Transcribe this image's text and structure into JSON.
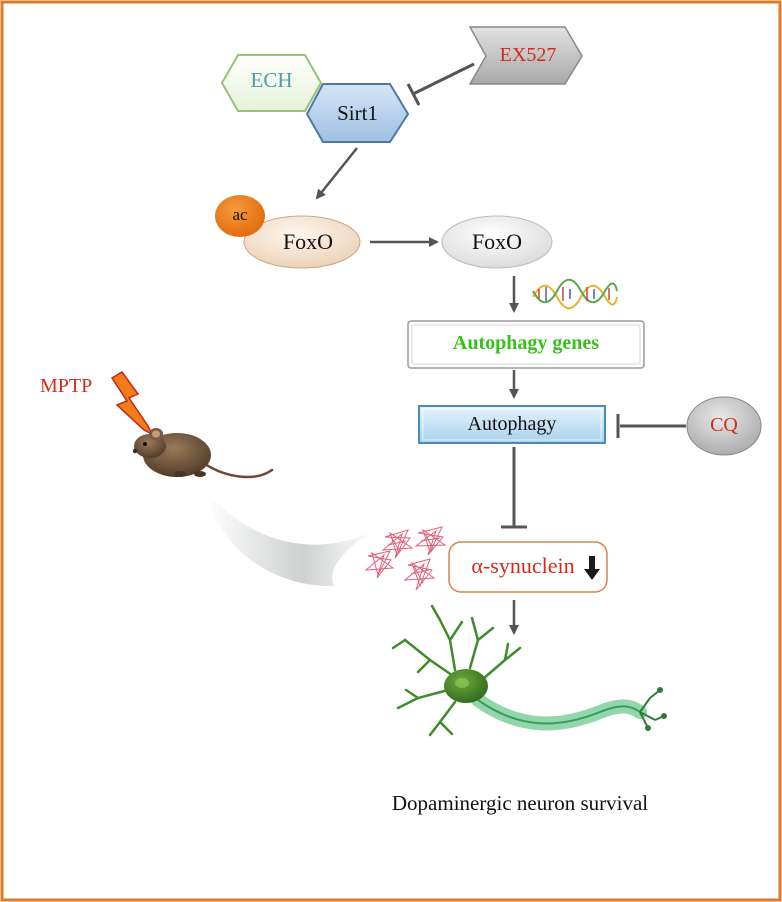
{
  "nodes": {
    "ech": "ECH",
    "sirt1": "Sirt1",
    "ex527": "EX527",
    "ac": "ac",
    "foxo_acetylated": "FoxO",
    "foxo": "FoxO",
    "autophagy_genes": "Autophagy genes",
    "autophagy": "Autophagy",
    "cq": "CQ",
    "mptp": "MPTP",
    "alpha_synuclein": "α-synuclein",
    "neuron_survival": "Dopaminergic neuron survival"
  },
  "colors": {
    "border": "#e07b24",
    "red_text": "#d42a1c",
    "green_text": "#37c21a",
    "teal_text": "#4aa0a8",
    "arrow": "#555555"
  },
  "icons": {
    "mouse": "mouse-icon",
    "lightning": "lightning-bolt-icon",
    "dna": "dna-helix-icon",
    "aggregates": "protein-aggregate-icon",
    "neuron": "neuron-icon",
    "down_arrow": "down-arrow-icon"
  }
}
